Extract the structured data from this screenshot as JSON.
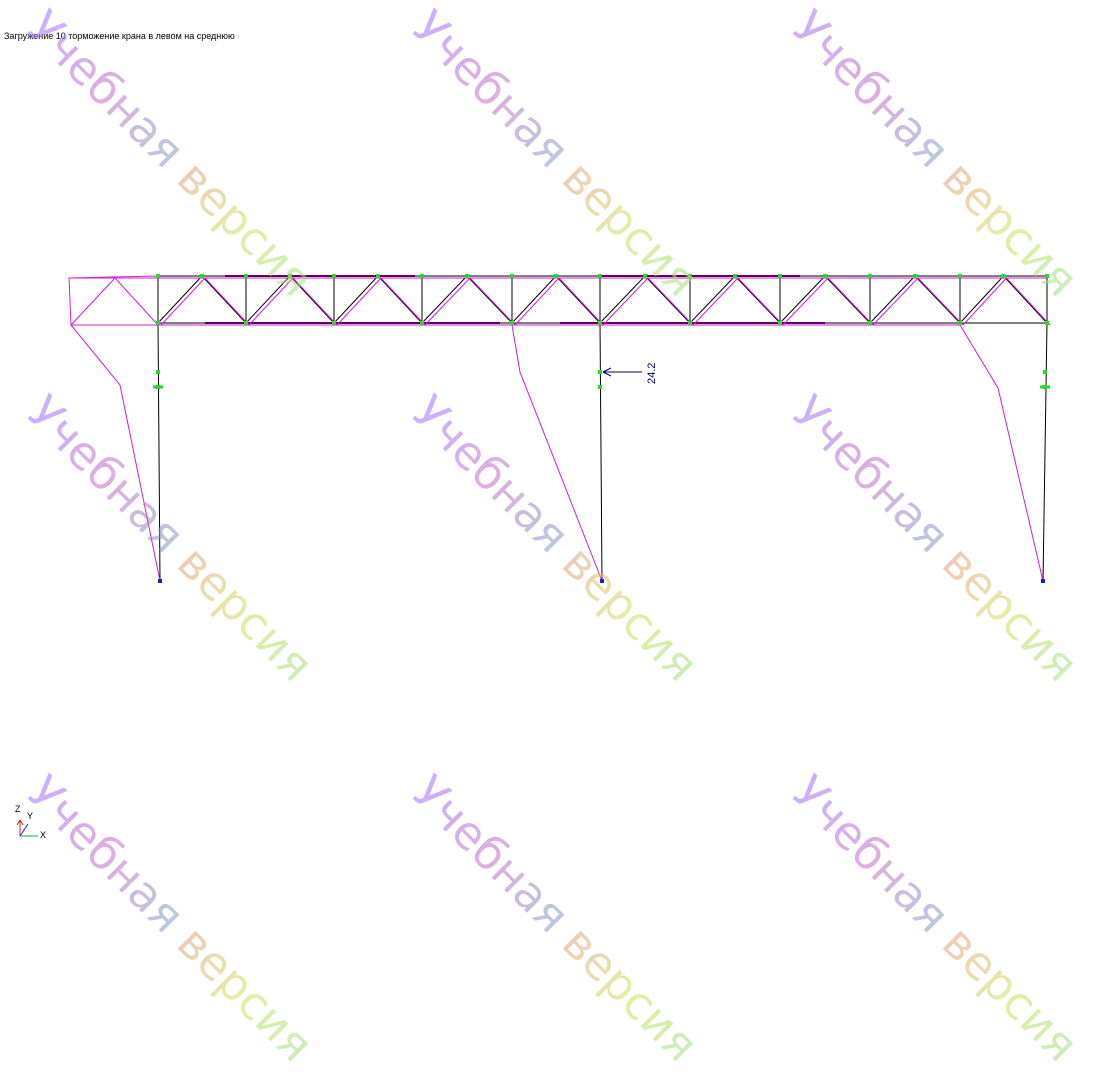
{
  "header": {
    "title": "Загружение  10 торможение крана в левом на среднюю"
  },
  "watermark": {
    "word1": "Учебная",
    "word2": "версия"
  },
  "load_label": {
    "value": "24.2"
  },
  "axes": {
    "z": "Z",
    "y": "Y",
    "x": "X"
  },
  "colors": {
    "frame": "#000000",
    "diagram": "#d020d0",
    "node": "#22dd22",
    "support": "#2020c0",
    "load": "#000080"
  }
}
